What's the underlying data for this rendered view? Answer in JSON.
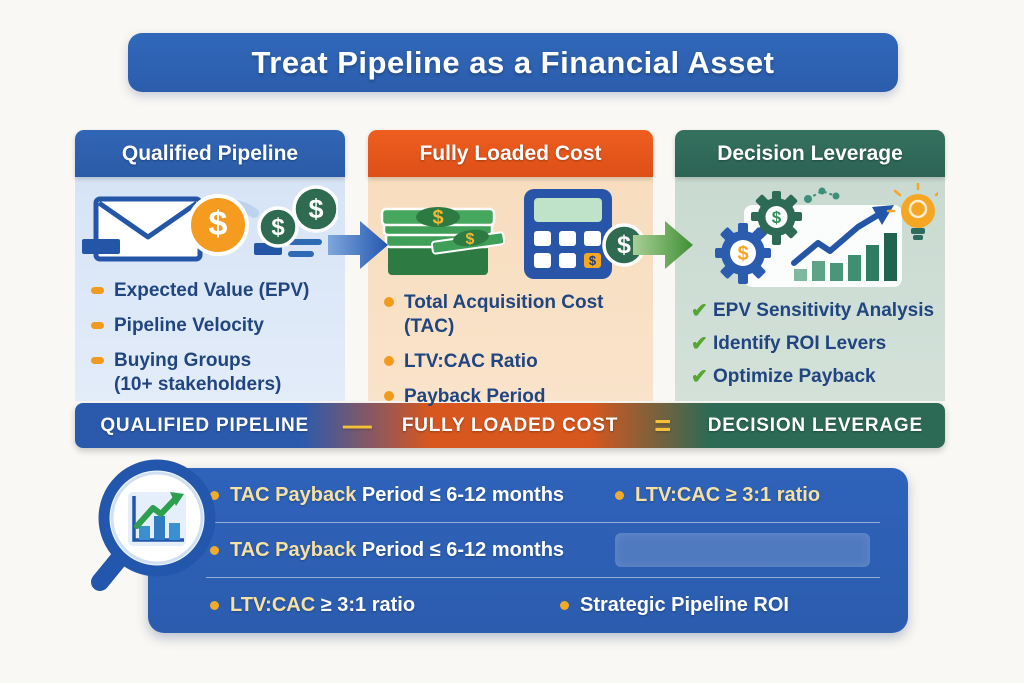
{
  "title": "Treat Pipeline as a Financial Asset",
  "columns": [
    {
      "header": "Qualified Pipeline",
      "icon": "envelope-coins-icon",
      "items": [
        {
          "text": "Expected Value (EPV)",
          "sub": ""
        },
        {
          "text": "Pipeline Velocity",
          "sub": ""
        },
        {
          "text": "Buying Groups",
          "sub": "(10+ stakeholders)"
        }
      ]
    },
    {
      "header": "Fully Loaded Cost",
      "icon": "cash-calculator-icon",
      "items": [
        {
          "text": "Total Acquisition Cost (TAC)",
          "sub": ""
        },
        {
          "text": "LTV:CAC Ratio",
          "sub": ""
        },
        {
          "text": "Payback Period",
          "sub": ""
        }
      ]
    },
    {
      "header": "Decision Leverage",
      "icon": "gears-growth-icon",
      "items": [
        {
          "text": "EPV Sensitivity Analysis",
          "sub": ""
        },
        {
          "text": "Identify ROI Levers",
          "sub": ""
        },
        {
          "text": "Optimize Payback",
          "sub": ""
        }
      ]
    }
  ],
  "equation": {
    "left": "QUALIFIED PIPELINE",
    "operator1": "—",
    "middle": "FULLY LOADED COST",
    "operator2": "=",
    "right": "DECISION LEVERAGE"
  },
  "summary": {
    "rows": [
      {
        "left_hl": "TAC Payback",
        "left_rest": " Period ≤ 6-12 months",
        "right_hl": "LTV:CAC ≥ 3:1 ratio",
        "right_rest": "",
        "right_blurred": false
      },
      {
        "left_hl": "TAC Payback",
        "left_rest": " Period ≤ 6-12 months",
        "right_hl": "",
        "right_rest": "",
        "right_blurred": true
      },
      {
        "left_hl": "LTV:CAC",
        "left_rest": " ≥ 3:1 ratio",
        "right_hl": "",
        "right_rest": "Strategic Pipeline ROI",
        "right_blurred": false
      }
    ]
  },
  "colors": {
    "title_bg": "#2e63b4",
    "col1_header_bg": "#2c5fad",
    "col1_body_bg": "#dce7f6",
    "col2_header_bg": "#e7561c",
    "col2_body_bg": "#f8dfc1",
    "col3_header_bg": "#30695a",
    "col3_body_bg": "#ccdcd3",
    "band_blue": "#2b5aad",
    "band_orange": "#d8571e",
    "band_green": "#2d6a55",
    "panel_bg": "#2d5fb5",
    "bullet_orange": "#f09b1d",
    "check_green": "#56a632",
    "item_text_blue": "#21457f",
    "highlight_cream": "#f5e1a4",
    "operator_yellow": "#f2c139"
  }
}
